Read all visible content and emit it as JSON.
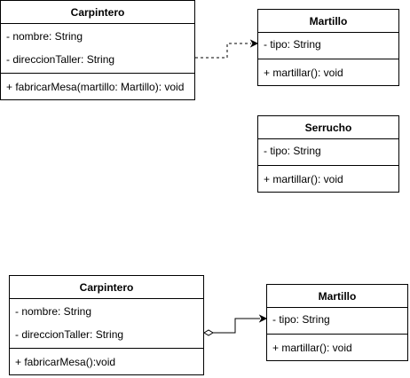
{
  "diagram_top": {
    "carpintero": {
      "name": "Carpintero",
      "attributes": [
        "- nombre: String",
        "- direccionTaller: String"
      ],
      "operations": [
        "+ fabricarMesa(martillo: Martillo): void"
      ]
    },
    "martillo": {
      "name": "Martillo",
      "attributes": [
        "- tipo: String"
      ],
      "operations": [
        "+ martillar(): void"
      ]
    },
    "serrucho": {
      "name": "Serrucho",
      "attributes": [
        "- tipo: String"
      ],
      "operations": [
        "+ martillar(): void"
      ]
    },
    "relation": {
      "type": "dependency",
      "from": "Carpintero",
      "to": "Martillo"
    }
  },
  "diagram_bottom": {
    "carpintero": {
      "name": "Carpintero",
      "attributes": [
        "- nombre: String",
        "- direccionTaller: String"
      ],
      "operations": [
        "+ fabricarMesa():void"
      ]
    },
    "martillo": {
      "name": "Martillo",
      "attributes": [
        "- tipo: String"
      ],
      "operations": [
        "+ martillar(): void"
      ]
    },
    "relation": {
      "type": "aggregation",
      "from": "Carpintero",
      "to": "Martillo"
    }
  },
  "colors": {
    "line": "#000000",
    "background": "#ffffff"
  }
}
